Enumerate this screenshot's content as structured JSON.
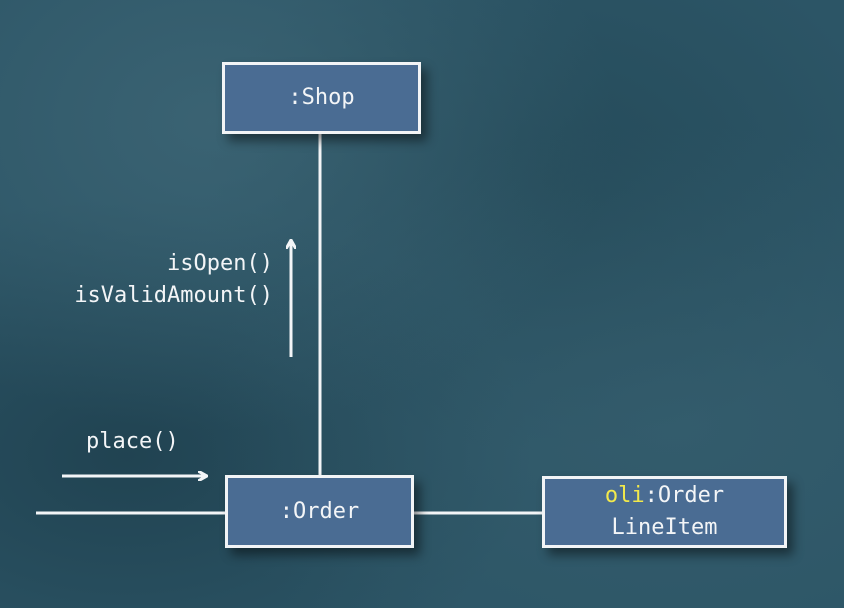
{
  "diagram": {
    "nodes": {
      "shop": {
        "label": ":Shop"
      },
      "order": {
        "label": ":Order"
      },
      "order_line_item": {
        "prefix": "oli",
        "line1": ":Order",
        "line2": "LineItem"
      }
    },
    "messages": {
      "is_open": "isOpen()",
      "is_valid_amount": "isValidAmount()",
      "place": "place()"
    },
    "colors": {
      "background": "#2c5566",
      "node_fill": "#4a6c93",
      "node_border": "#f2f4f6",
      "text": "#f3f5f7",
      "highlight": "#f2e94b"
    }
  }
}
